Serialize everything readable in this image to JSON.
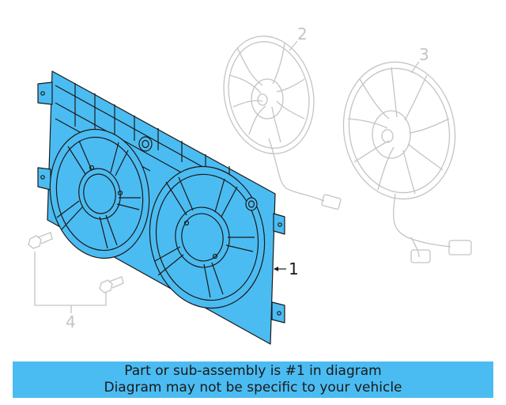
{
  "callouts": {
    "c1": "1",
    "c2": "2",
    "c3": "3",
    "c4": "4"
  },
  "banner": {
    "line1": "Part or sub-assembly is #1 in diagram",
    "line2": "Diagram may not be specific to your vehicle"
  },
  "colors": {
    "highlight": "#4bbcf2",
    "ghost_line": "#c4c4c4",
    "outline": "#1a1a1a"
  },
  "icons": [
    "fan-shroud-part",
    "fan-blade-part",
    "bolt-icon"
  ]
}
